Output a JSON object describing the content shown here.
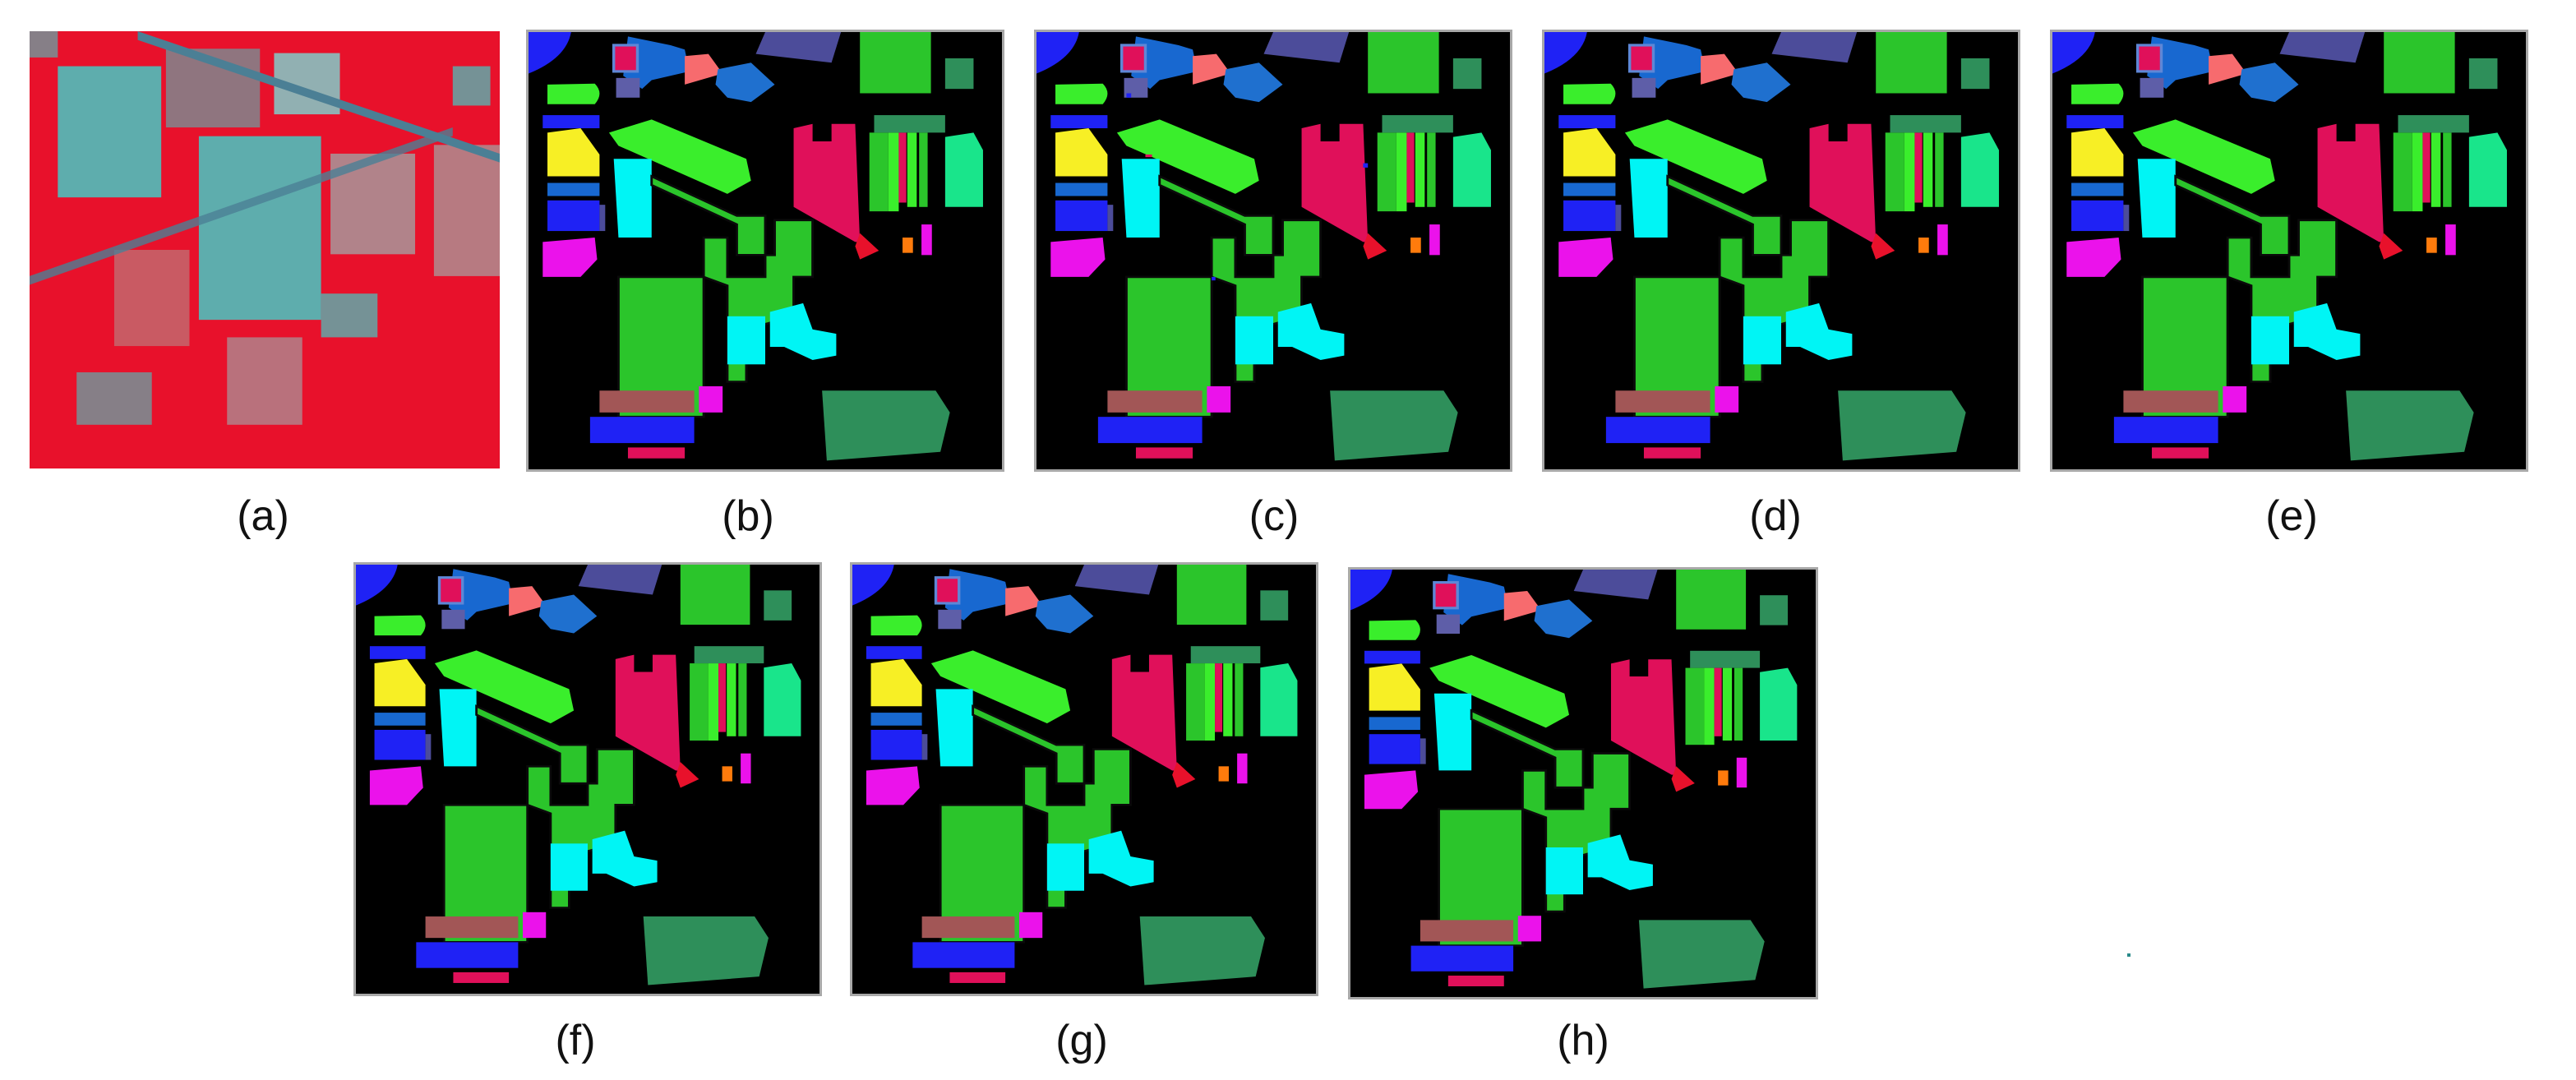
{
  "figure": {
    "colors": {
      "background": "#000000",
      "corn_notill": "#1f22f5",
      "corn_mintill": "#5e87d6",
      "corn": "#1868d0",
      "grass_pasture": "#3aee2c",
      "grass_trees": "#20e35a",
      "hay_windrowed": "#f76b6e",
      "soybean_notill": "#e0105a",
      "soybean_mintill": "#2bc52b",
      "soybean_clean": "#19e58b",
      "wheat": "#f7ef25",
      "woods": "#2e8f5a",
      "buildings": "#00f5f5",
      "stone_steel": "#eb12eb",
      "alfalfa": "#ff7b0c",
      "oats": "#6d4fa3",
      "grass_mowed": "#a25656",
      "false_color_red": "#e8112b",
      "false_color_cyan": "#45c9c4"
    },
    "panels": [
      {
        "id": "a",
        "caption": "(a)",
        "kind": "false-color-image"
      },
      {
        "id": "b",
        "caption": "(b)",
        "kind": "classification-map"
      },
      {
        "id": "c",
        "caption": "(c)",
        "kind": "classification-map"
      },
      {
        "id": "d",
        "caption": "(d)",
        "kind": "classification-map"
      },
      {
        "id": "e",
        "caption": "(e)",
        "kind": "classification-map"
      },
      {
        "id": "f",
        "caption": "(f)",
        "kind": "classification-map"
      },
      {
        "id": "g",
        "caption": "(g)",
        "kind": "classification-map"
      },
      {
        "id": "h",
        "caption": "(h)",
        "kind": "classification-map"
      }
    ]
  }
}
